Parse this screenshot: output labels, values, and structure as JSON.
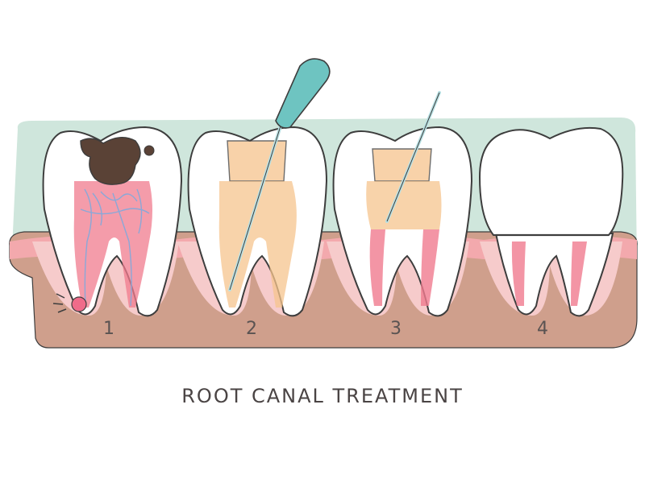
{
  "title": "ROOT CANAL TREATMENT",
  "steps": [
    {
      "number": "1",
      "icon": "decayed-tooth-icon"
    },
    {
      "number": "2",
      "icon": "file-in-tooth-icon"
    },
    {
      "number": "3",
      "icon": "filled-tooth-icon"
    },
    {
      "number": "4",
      "icon": "crowned-tooth-icon"
    }
  ],
  "colors": {
    "gum_outer": "#cf9f8c",
    "gum_inner": "#f6cbcb",
    "gum_pink": "#f3a9ad",
    "background_band": "#cfe6dc",
    "tooth": "#ffffff",
    "outline": "#3d3d3d",
    "pulp": "#f07b8e",
    "filling": "#f6c48d",
    "decay": "#5a4236",
    "tool_handle": "#6ec4c1",
    "tool_needle": "#b8e1e4"
  }
}
